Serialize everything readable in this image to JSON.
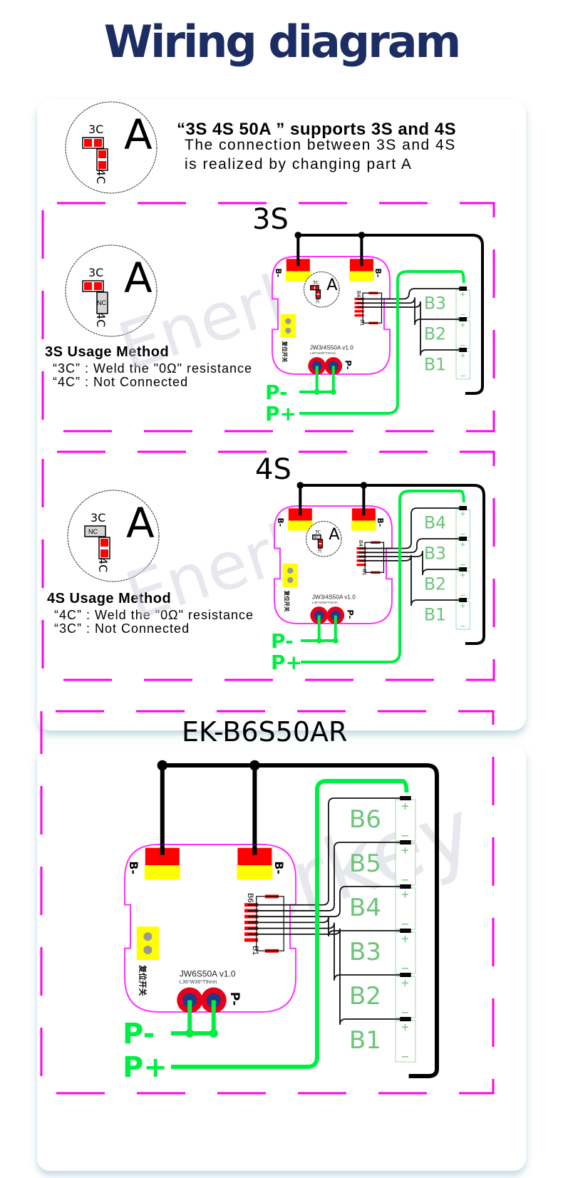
{
  "page": {
    "title": "Wiring diagram",
    "colors": {
      "title": "#1c2d63",
      "frame_dash": "#ff00ee",
      "p_wire": "#00ee44",
      "b_wire": "#000000",
      "pad_red": "#ff0000",
      "pad_yellow": "#ffff00",
      "cell_label": "#6cc47a",
      "pcb_outline": "#ff33ff"
    }
  },
  "intro": {
    "part_label": "A",
    "pad_3c": "3C",
    "pad_4c": "4C",
    "headline": "“3S 4S 50A ” supports 3S and 4S",
    "line1": "The connection between 3S and 4S",
    "line2": "is realized by changing part A"
  },
  "sections": [
    {
      "id": "3s",
      "title": "3S",
      "part_label": "A",
      "pad_3c": "3C",
      "pad_4c": "4C",
      "nc_label": "NC",
      "usage_title": "3S Usage Method",
      "usage_lines": [
        "“3C” :  Weld the \"0Ω\" resistance",
        "“4C” :  Not Connected"
      ],
      "board": {
        "model": "JW3/4S50A v1.0",
        "dims": "L36*W36*T9mm",
        "b_minus": "B-",
        "p_minus": "P-",
        "sense_top": "B4",
        "sense_bottom": "B1",
        "switch_label": "复位开关"
      },
      "cells": [
        "B3",
        "B2",
        "B1"
      ],
      "p_minus": "P-",
      "p_plus": "P+",
      "watermark": "Enerkey"
    },
    {
      "id": "4s",
      "title": "4S",
      "part_label": "A",
      "pad_3c": "3C",
      "pad_4c": "4C",
      "nc_label": "NC",
      "usage_title": "4S Usage Method",
      "usage_lines": [
        "“4C” :  Weld the \"0Ω\" resistance",
        "“3C” :  Not Connected"
      ],
      "board": {
        "model": "JW3/4S50A v1.0",
        "dims": "L36*W36*T9mm",
        "b_minus": "B-",
        "p_minus": "P-",
        "sense_top": "B4",
        "sense_bottom": "B1",
        "switch_label": "复位开关"
      },
      "cells": [
        "B4",
        "B3",
        "B2",
        "B1"
      ],
      "p_minus": "P-",
      "p_plus": "P+",
      "watermark": "Enerkey"
    },
    {
      "id": "6s",
      "title": "EK-B6S50AR",
      "board": {
        "model": "JW6S50A v1.0",
        "dims": "L36*W36*T9mm",
        "b_minus": "B-",
        "p_minus": "P-",
        "sense_top": "B6",
        "sense_bottom": "B1",
        "switch_label": "复位开关"
      },
      "cells": [
        "B6",
        "B5",
        "B4",
        "B3",
        "B2",
        "B1"
      ],
      "p_minus": "P-",
      "p_plus": "P+",
      "watermark": "Enerkey"
    }
  ]
}
